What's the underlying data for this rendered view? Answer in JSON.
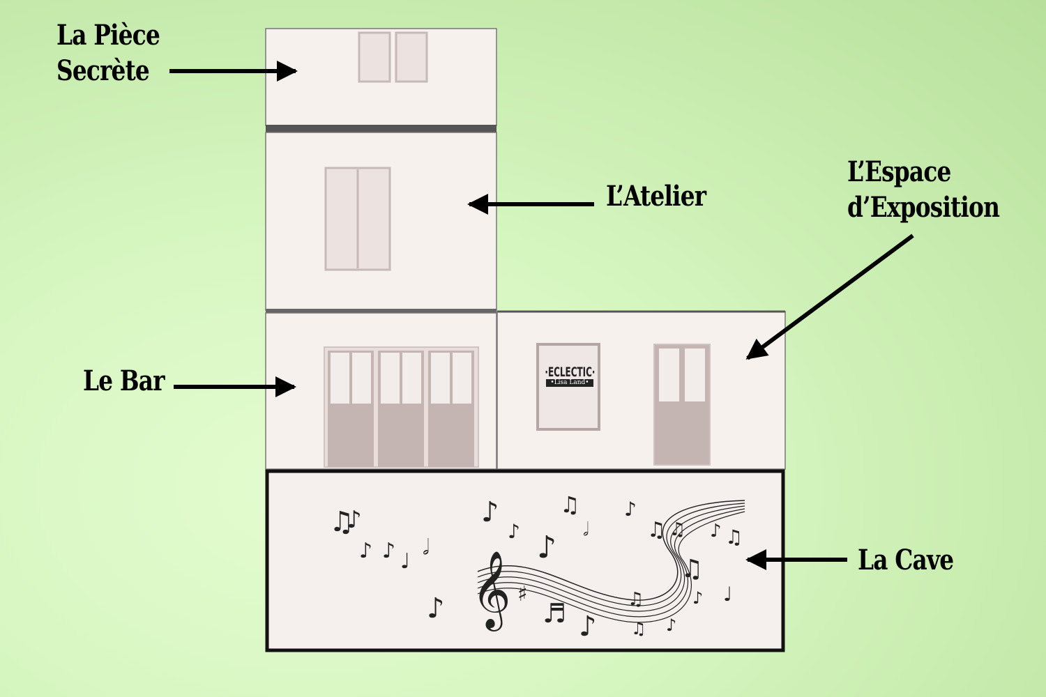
{
  "labels": {
    "piece_secrete_line1": "La Pièce",
    "piece_secrete_line2": "Secrète",
    "atelier": "L’Atelier",
    "espace_line1": "L’Espace",
    "espace_line2": "d’Exposition",
    "bar": "Le Bar",
    "cave": "La Cave"
  },
  "sign": {
    "main": "·ECLECTIC·",
    "sub": "•Lisa Land•"
  },
  "colors": {
    "wall": "#f7f1ee",
    "window_frame": "#c6b9b7",
    "window_pane": "#ece2e0",
    "door_panel": "#c4b4b2",
    "outline": "#555555",
    "cave_border": "#111111",
    "arrow": "#000000"
  }
}
